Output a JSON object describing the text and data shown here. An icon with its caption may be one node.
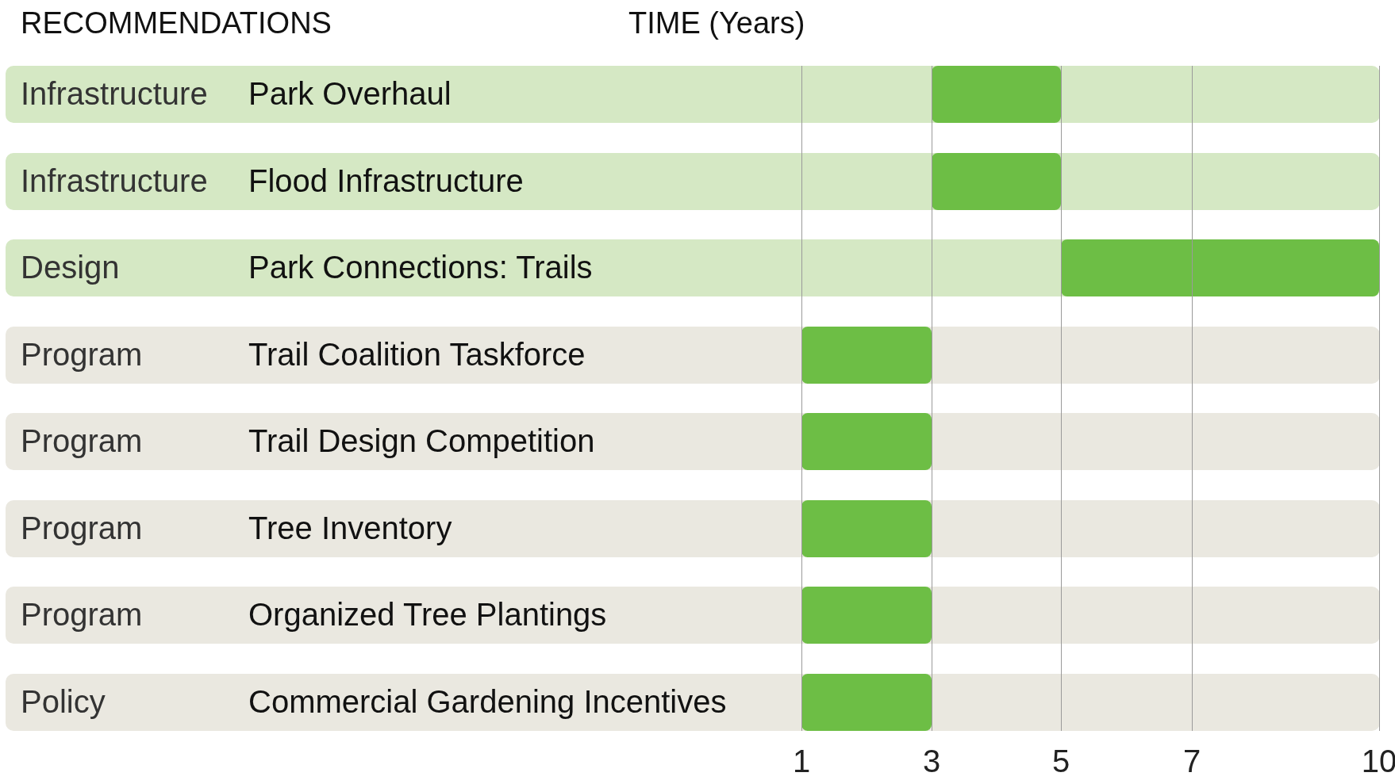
{
  "diagram": {
    "nodes": [
      {
        "text": [
          "Infrastructure",
          "Park Overhaul"
        ]
      },
      {
        "text": [
          "Infrastructure",
          "Flood Infrastructure"
        ]
      },
      {
        "text": [
          "Design",
          "Park Connections: Trails"
        ]
      },
      {
        "text": [
          "Program",
          "Trail Coalition Taskforce"
        ]
      },
      {
        "text": [
          "Program",
          "Trail Design Competition"
        ]
      },
      {
        "text": [
          "Program",
          "Tree Inventory"
        ]
      },
      {
        "text": [
          "Program",
          "Organized Tree Plantings"
        ]
      },
      {
        "text": [
          "Policy",
          "Commercial Gardening Incentives"
        ]
      },
      {
        "text": [],
        "shape": "bar",
        "in": 0
      },
      {
        "text": [],
        "shape": "bar",
        "in": 1
      },
      {
        "text": [],
        "shape": "bar",
        "in": 2
      },
      {
        "text": [],
        "shape": "bar",
        "in": 3
      },
      {
        "text": [],
        "shape": "bar",
        "in": 4
      },
      {
        "text": [],
        "shape": "bar",
        "in": 5
      },
      {
        "text": [],
        "shape": "bar",
        "in": 6
      },
      {
        "text": [],
        "shape": "bar",
        "in": 7
      }
    ],
    "labels": [
      "RECOMMENDATIONS",
      "TIME (Years)",
      "1",
      "3",
      "5",
      "7",
      "10"
    ]
  }
}
